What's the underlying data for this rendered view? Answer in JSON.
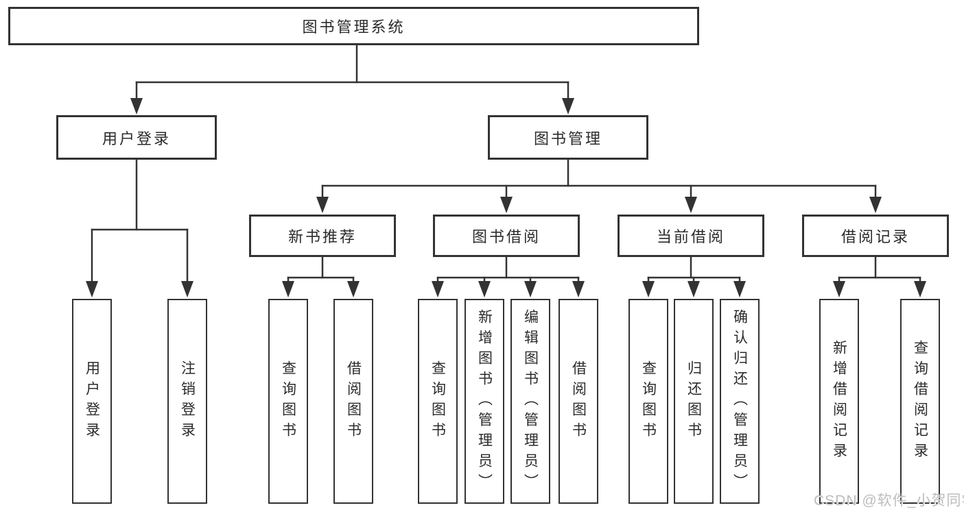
{
  "tree": {
    "root": {
      "label": "图书管理系统",
      "children": [
        {
          "label": "用户登录",
          "children": [
            {
              "label": "用户登录"
            },
            {
              "label": "注销登录"
            }
          ]
        },
        {
          "label": "图书管理",
          "children": [
            {
              "label": "新书推荐",
              "children": [
                {
                  "label": "查询图书"
                },
                {
                  "label": "借阅图书"
                }
              ]
            },
            {
              "label": "图书借阅",
              "children": [
                {
                  "label": "查询图书"
                },
                {
                  "label": "新增图书（管理员）"
                },
                {
                  "label": "编辑图书（管理员）"
                },
                {
                  "label": "借阅图书"
                }
              ]
            },
            {
              "label": "当前借阅",
              "children": [
                {
                  "label": "查询图书"
                },
                {
                  "label": "归还图书"
                },
                {
                  "label": "确认归还（管理员）"
                }
              ]
            },
            {
              "label": "借阅记录",
              "children": [
                {
                  "label": "新增借阅记录"
                },
                {
                  "label": "查询借阅记录"
                }
              ]
            }
          ]
        }
      ]
    }
  },
  "colors": {
    "line": "#333333",
    "text": "#2b2b2b",
    "background": "#ffffff",
    "watermark": "#bdbdbd"
  },
  "watermark": {
    "text": "CSDN @软件_小贺同学"
  }
}
